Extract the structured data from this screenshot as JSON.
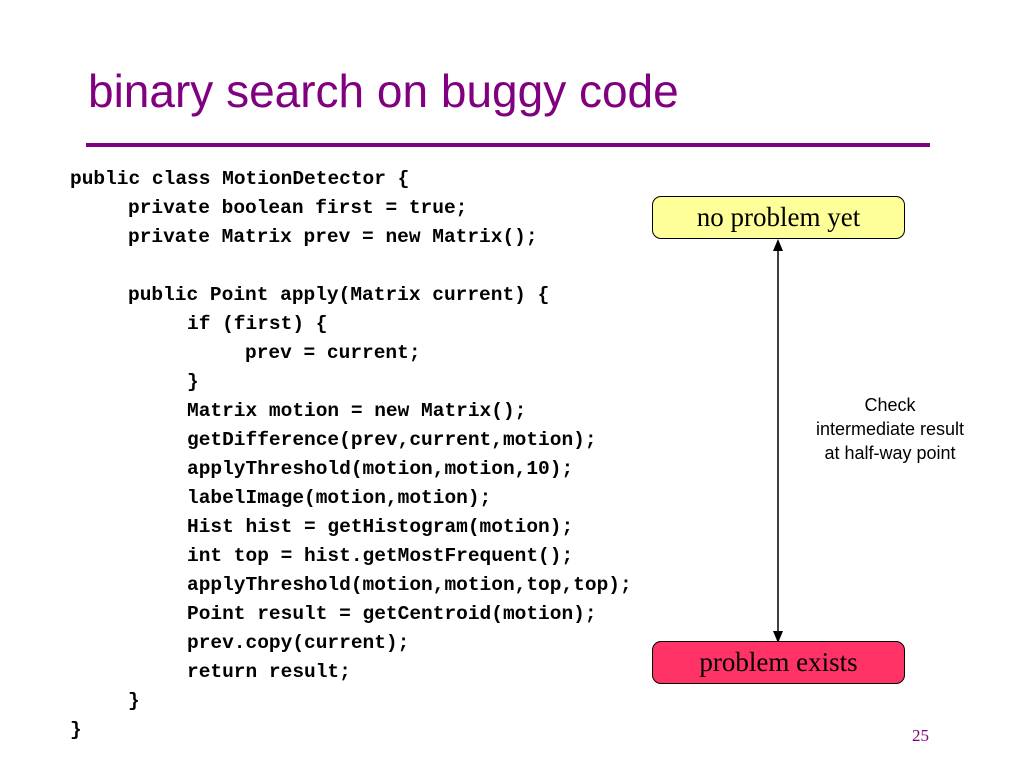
{
  "slide": {
    "title": "binary search on buggy code",
    "page_number": "25",
    "code_lines": [
      "public class MotionDetector {",
      "private boolean first = true;",
      "private Matrix prev = new Matrix();",
      "",
      "public Point apply(Matrix current) {",
      "if (first) {",
      "prev = current;",
      "}",
      "Matrix motion = new Matrix();",
      "getDifference(prev,current,motion);",
      "applyThreshold(motion,motion,10);",
      "labelImage(motion,motion);",
      "Hist hist = getHistogram(motion);",
      "int top = hist.getMostFrequent();",
      "applyThreshold(motion,motion,top,top);",
      "Point result = getCentroid(motion);",
      "prev.copy(current);",
      "return result;",
      "}",
      "}"
    ],
    "callout_top": {
      "label": "no problem yet",
      "color": "#ffff99"
    },
    "callout_bottom": {
      "label": "problem exists",
      "color": "#ff3366"
    },
    "annotation": {
      "line1": "Check",
      "line2": "intermediate result",
      "line3": "at half-way point"
    },
    "accent_color": "#800080"
  }
}
